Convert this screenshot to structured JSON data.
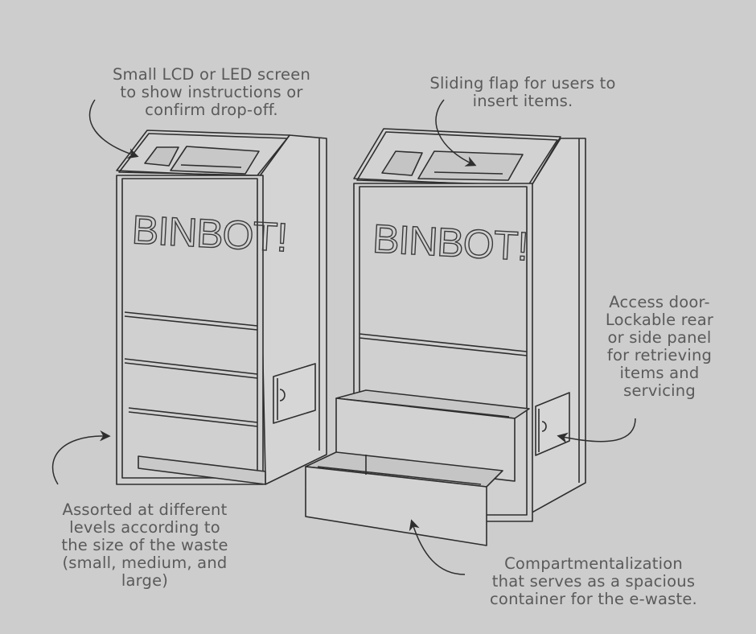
{
  "brand": "BINBOT!",
  "captions": {
    "lcd": [
      "Small LCD or LED screen",
      "to show instructions or",
      "confirm drop-off."
    ],
    "flap": [
      "Sliding flap for users to",
      "insert items."
    ],
    "door": [
      "Access door-",
      "Lockable rear",
      "or side panel",
      "for retrieving",
      "items and",
      "servicing"
    ],
    "assort": [
      "Assorted at different",
      "levels according to",
      "the size of the waste",
      "(small, medium, and",
      "large)"
    ],
    "comp": [
      "Compartmentalization",
      "that serves as a spacious",
      "container for the e-waste."
    ]
  },
  "colors": {
    "background": "#cdcdcd",
    "line": "#2e2e2e",
    "text": "#5a5a5a"
  }
}
